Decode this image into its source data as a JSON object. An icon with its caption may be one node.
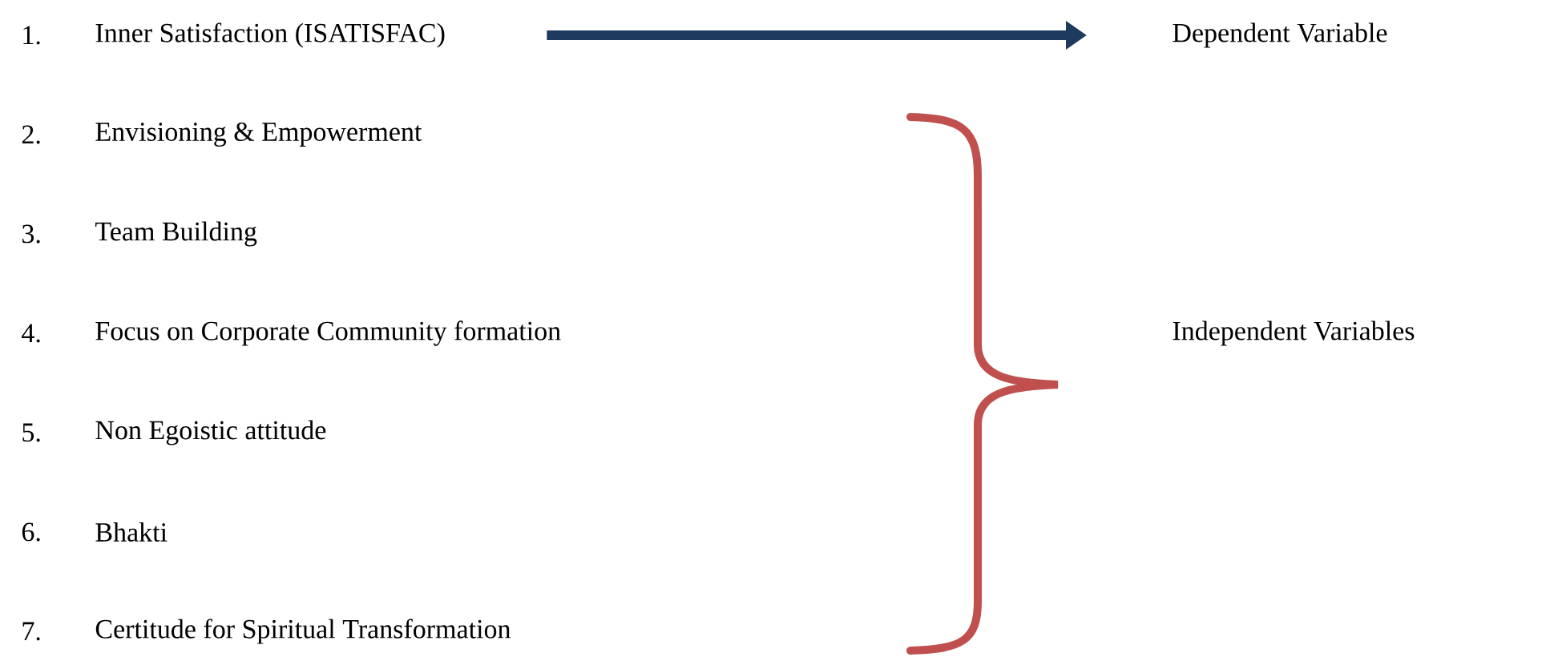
{
  "diagram": {
    "nodes": [
      {
        "text": [
          "Inner Satisfaction (ISATISFAC)"
        ]
      },
      {
        "text": [
          "Dependent Variable"
        ]
      }
    ],
    "edges": [
      {
        "from": 0,
        "to": 1,
        "arrow": "to",
        "color": "#1f3a5f"
      }
    ],
    "labels": [
      "1.",
      "2.",
      "Envisioning & Empowerment",
      "3.",
      "Team Building",
      "4.",
      "Focus on Corporate Community formation",
      "Independent Variables",
      "5.",
      "Non Egoistic attitude",
      "6.",
      "Bhakti",
      "7.",
      "Certitude for Spiritual Transformation"
    ]
  }
}
